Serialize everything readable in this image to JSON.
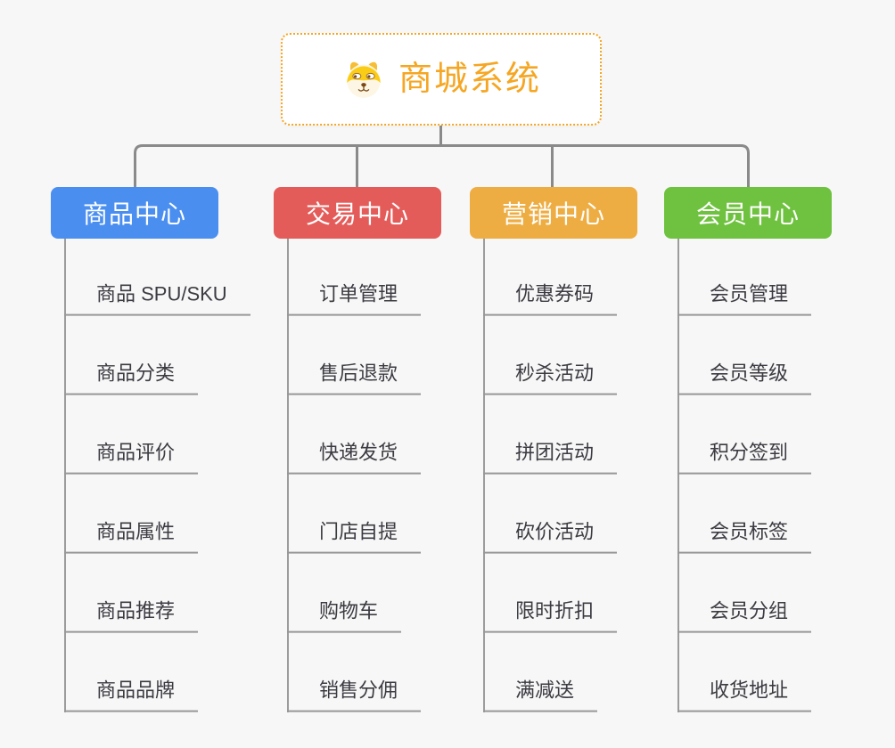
{
  "app": {
    "background_color": "#f7f7f7"
  },
  "root": {
    "title": "商城系统",
    "accent_color": "#f5a623",
    "icon": "doge-icon"
  },
  "connectors": {
    "tree_line_color": "#8a8a8a",
    "leaf_line_color": "#9a9a9a"
  },
  "branches": [
    {
      "label": "商品中心",
      "color": "#4a8ff0",
      "items": [
        "商品 SPU/SKU",
        "商品分类",
        "商品评价",
        "商品属性",
        "商品推荐",
        "商品品牌"
      ]
    },
    {
      "label": "交易中心",
      "color": "#e45c5a",
      "items": [
        "订单管理",
        "售后退款",
        "快递发货",
        "门店自提",
        "购物车",
        "销售分佣"
      ]
    },
    {
      "label": "营销中心",
      "color": "#eead42",
      "items": [
        "优惠券码",
        "秒杀活动",
        "拼团活动",
        "砍价活动",
        "限时折扣",
        "满减送"
      ]
    },
    {
      "label": "会员中心",
      "color": "#6fc23f",
      "items": [
        "会员管理",
        "会员等级",
        "积分签到",
        "会员标签",
        "会员分组",
        "收货地址"
      ]
    }
  ]
}
